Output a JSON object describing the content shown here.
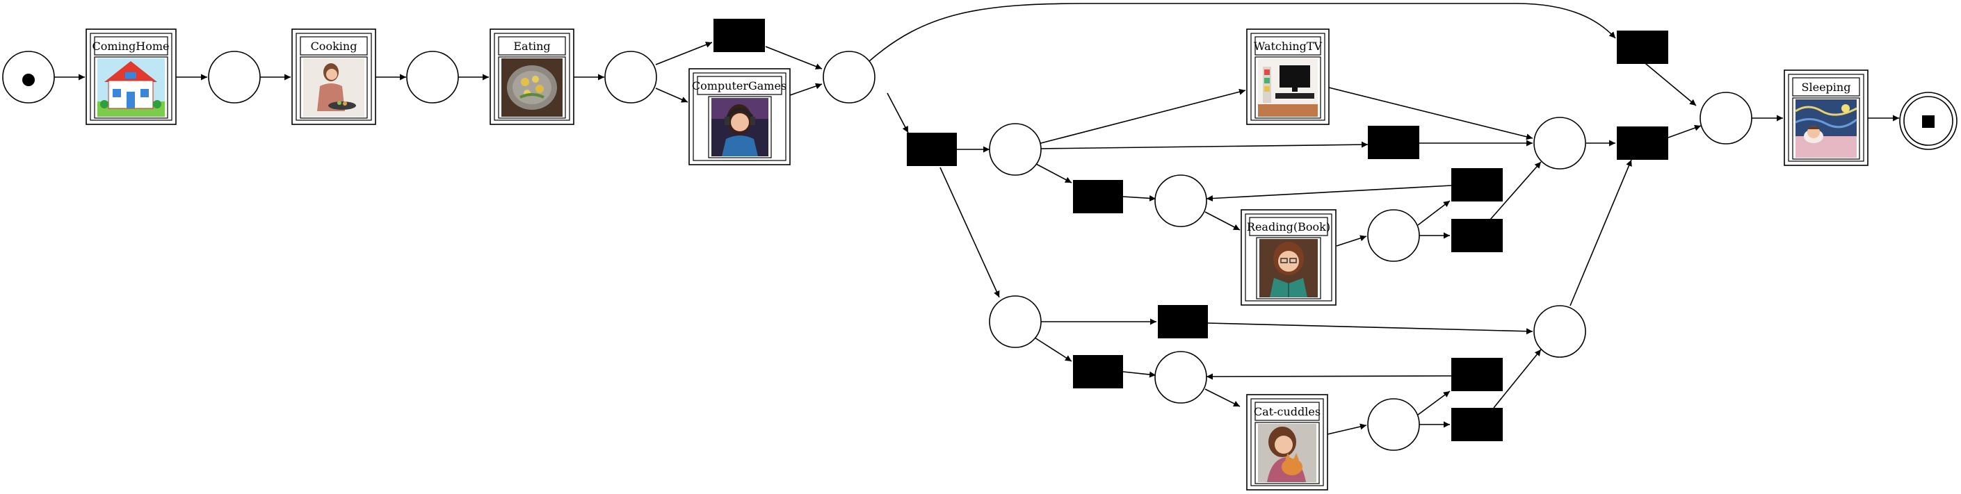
{
  "diagram": {
    "type": "petri-net",
    "transitions": [
      {
        "id": "coming_home",
        "label": "ComingHome",
        "icon": "house-illustration"
      },
      {
        "id": "cooking",
        "label": "Cooking",
        "icon": "woman-cooking-illustration"
      },
      {
        "id": "eating",
        "label": "Eating",
        "icon": "plate-of-food-illustration"
      },
      {
        "id": "computer_games",
        "label": "ComputerGames",
        "icon": "gamer-with-headset-illustration"
      },
      {
        "id": "watching_tv",
        "label": "WatchingTV",
        "icon": "tv-room-illustration"
      },
      {
        "id": "reading_book",
        "label": "Reading(Book)",
        "icon": "woman-reading-illustration"
      },
      {
        "id": "cat_cuddles",
        "label": "Cat-cuddles",
        "icon": "woman-with-cat-illustration"
      },
      {
        "id": "sleeping",
        "label": "Sleeping",
        "icon": "sleeping-person-illustration"
      }
    ],
    "places": [
      {
        "id": "source",
        "marking": "token"
      },
      {
        "id": "p1"
      },
      {
        "id": "p2"
      },
      {
        "id": "p3"
      },
      {
        "id": "p4"
      },
      {
        "id": "p5"
      },
      {
        "id": "p6"
      },
      {
        "id": "p7"
      },
      {
        "id": "p8"
      },
      {
        "id": "p9"
      },
      {
        "id": "p10"
      },
      {
        "id": "p11"
      },
      {
        "id": "p12"
      },
      {
        "id": "p13"
      },
      {
        "id": "p14"
      },
      {
        "id": "sink",
        "marking": "final"
      }
    ],
    "silent_transitions": [
      "t_skip_games",
      "t_skip_all",
      "t_split",
      "t_skip_tv",
      "t_rb_enter",
      "t_rb_loop",
      "t_rb_exit",
      "t_cat_skip",
      "t_cc_enter",
      "t_cc_loop",
      "t_cc_exit",
      "t_join"
    ]
  }
}
